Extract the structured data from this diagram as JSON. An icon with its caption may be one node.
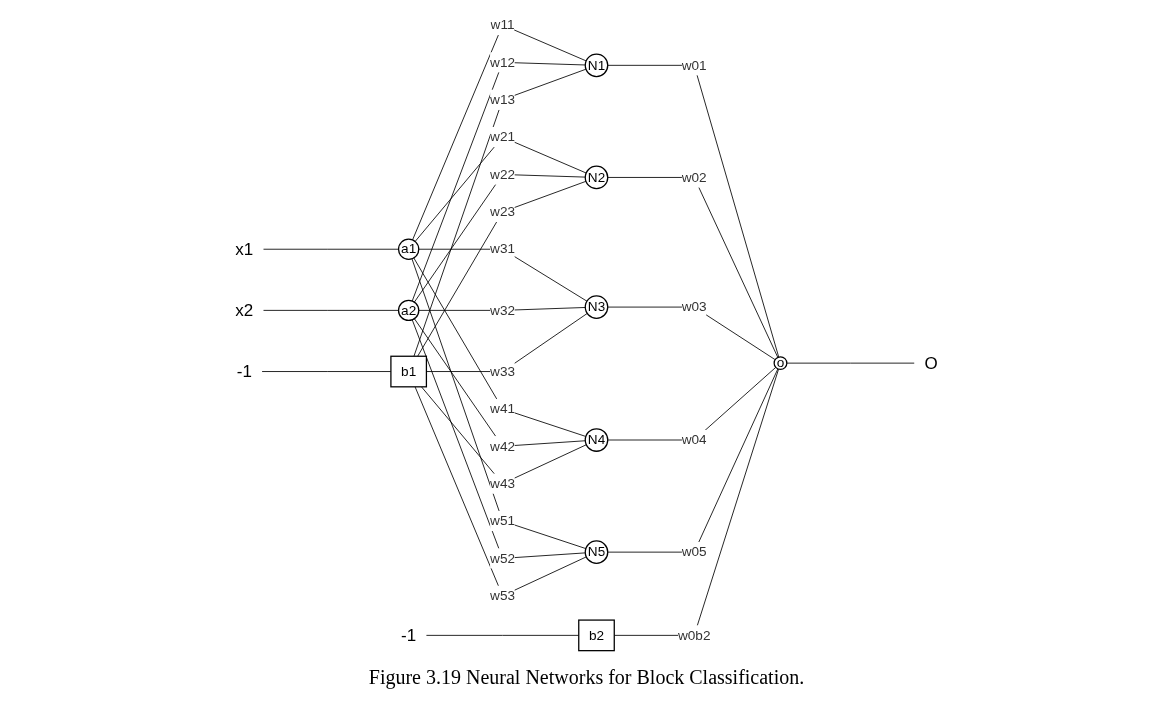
{
  "diagram": {
    "caption": "Figure 3.19 Neural Networks for Block Classification.",
    "nodes": [
      {
        "text": [
          "x1"
        ]
      },
      {
        "text": [
          "x2"
        ]
      },
      {
        "text": [
          "-1"
        ]
      },
      {
        "text": [
          "a1"
        ]
      },
      {
        "text": [
          "a2"
        ]
      },
      {
        "text": [
          "b1"
        ]
      },
      {
        "text": [
          "N1"
        ]
      },
      {
        "text": [
          "N2"
        ]
      },
      {
        "text": [
          "N3"
        ]
      },
      {
        "text": [
          "N4"
        ]
      },
      {
        "text": [
          "N5"
        ]
      },
      {
        "text": [
          "o"
        ]
      },
      {
        "text": [
          "O"
        ]
      },
      {
        "text": [
          "b2"
        ]
      },
      {
        "text": [
          "-1"
        ]
      }
    ],
    "edges": [
      {
        "from": 0,
        "to": 3,
        "arrow": "none"
      },
      {
        "from": 1,
        "to": 4,
        "arrow": "none"
      },
      {
        "from": 2,
        "to": 5,
        "arrow": "none"
      },
      {
        "from": 3,
        "to": 6,
        "label": "w11",
        "arrow": "none"
      },
      {
        "from": 4,
        "to": 6,
        "label": "w12",
        "arrow": "none"
      },
      {
        "from": 5,
        "to": 6,
        "label": "w13",
        "arrow": "none"
      },
      {
        "from": 3,
        "to": 7,
        "label": "w21",
        "arrow": "none"
      },
      {
        "from": 4,
        "to": 7,
        "label": "w22",
        "arrow": "none"
      },
      {
        "from": 5,
        "to": 7,
        "label": "w23",
        "arrow": "none"
      },
      {
        "from": 3,
        "to": 8,
        "label": "w31",
        "arrow": "none"
      },
      {
        "from": 4,
        "to": 8,
        "label": "w32",
        "arrow": "none"
      },
      {
        "from": 5,
        "to": 8,
        "label": "w33",
        "arrow": "none"
      },
      {
        "from": 3,
        "to": 9,
        "label": "w41",
        "arrow": "none"
      },
      {
        "from": 4,
        "to": 9,
        "label": "w42",
        "arrow": "none"
      },
      {
        "from": 5,
        "to": 9,
        "label": "w43",
        "arrow": "none"
      },
      {
        "from": 3,
        "to": 10,
        "label": "w51",
        "arrow": "none"
      },
      {
        "from": 4,
        "to": 10,
        "label": "w52",
        "arrow": "none"
      },
      {
        "from": 5,
        "to": 10,
        "label": "w53",
        "arrow": "none"
      },
      {
        "from": 6,
        "to": 11,
        "label": "w01",
        "arrow": "none"
      },
      {
        "from": 7,
        "to": 11,
        "label": "w02",
        "arrow": "none"
      },
      {
        "from": 8,
        "to": 11,
        "label": "w03",
        "arrow": "none"
      },
      {
        "from": 9,
        "to": 11,
        "label": "w04",
        "arrow": "none"
      },
      {
        "from": 10,
        "to": 11,
        "label": "w05",
        "arrow": "none"
      },
      {
        "from": 14,
        "to": 13,
        "arrow": "none"
      },
      {
        "from": 13,
        "to": 11,
        "label": "w0b2",
        "arrow": "none"
      },
      {
        "from": 11,
        "to": 12,
        "arrow": "none"
      }
    ]
  }
}
